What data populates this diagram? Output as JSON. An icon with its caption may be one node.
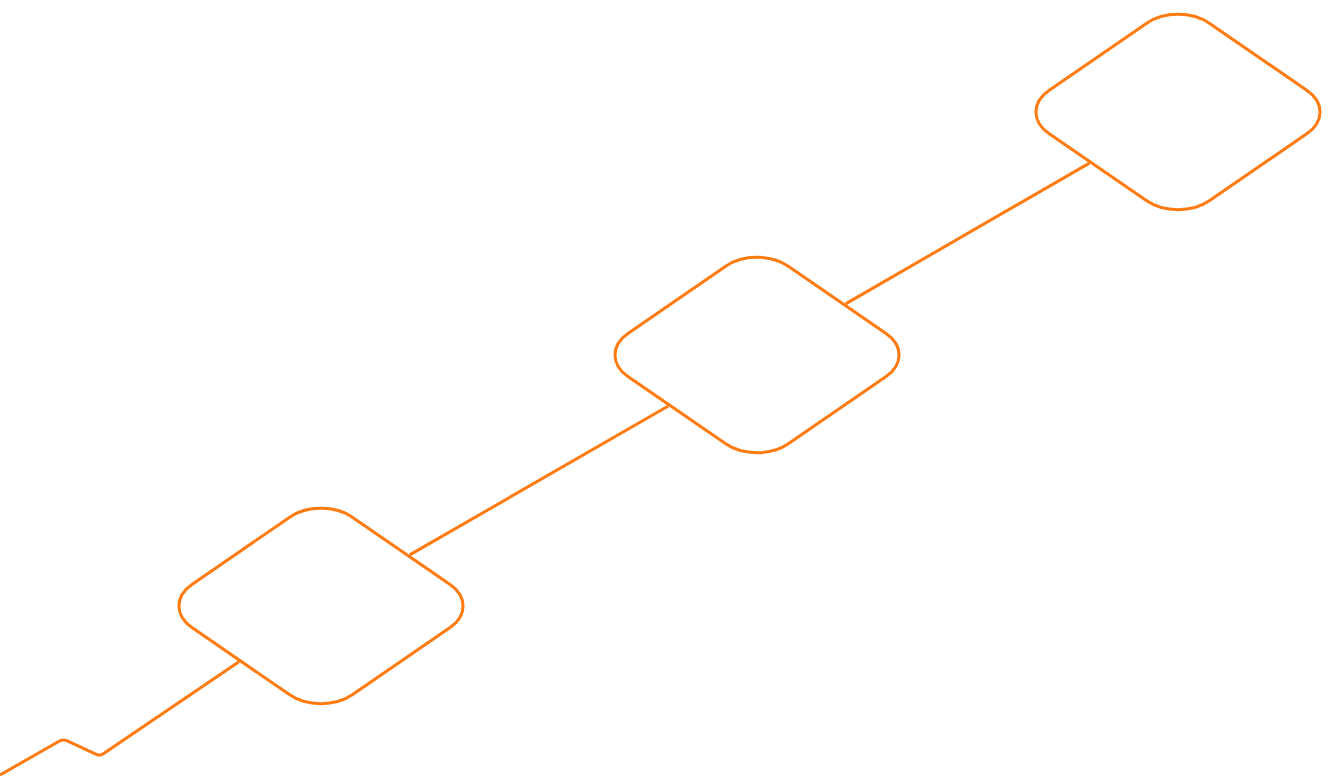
{
  "diagram": {
    "nodes": [
      {
        "text": [],
        "shape": "diamond"
      },
      {
        "text": [],
        "shape": "diamond"
      },
      {
        "text": [],
        "shape": "diamond"
      }
    ],
    "edges": [
      {
        "from": null,
        "to": 0,
        "arrow": "none"
      },
      {
        "from": 0,
        "to": 1,
        "arrow": "none"
      },
      {
        "from": 1,
        "to": 2,
        "arrow": "none"
      }
    ]
  }
}
